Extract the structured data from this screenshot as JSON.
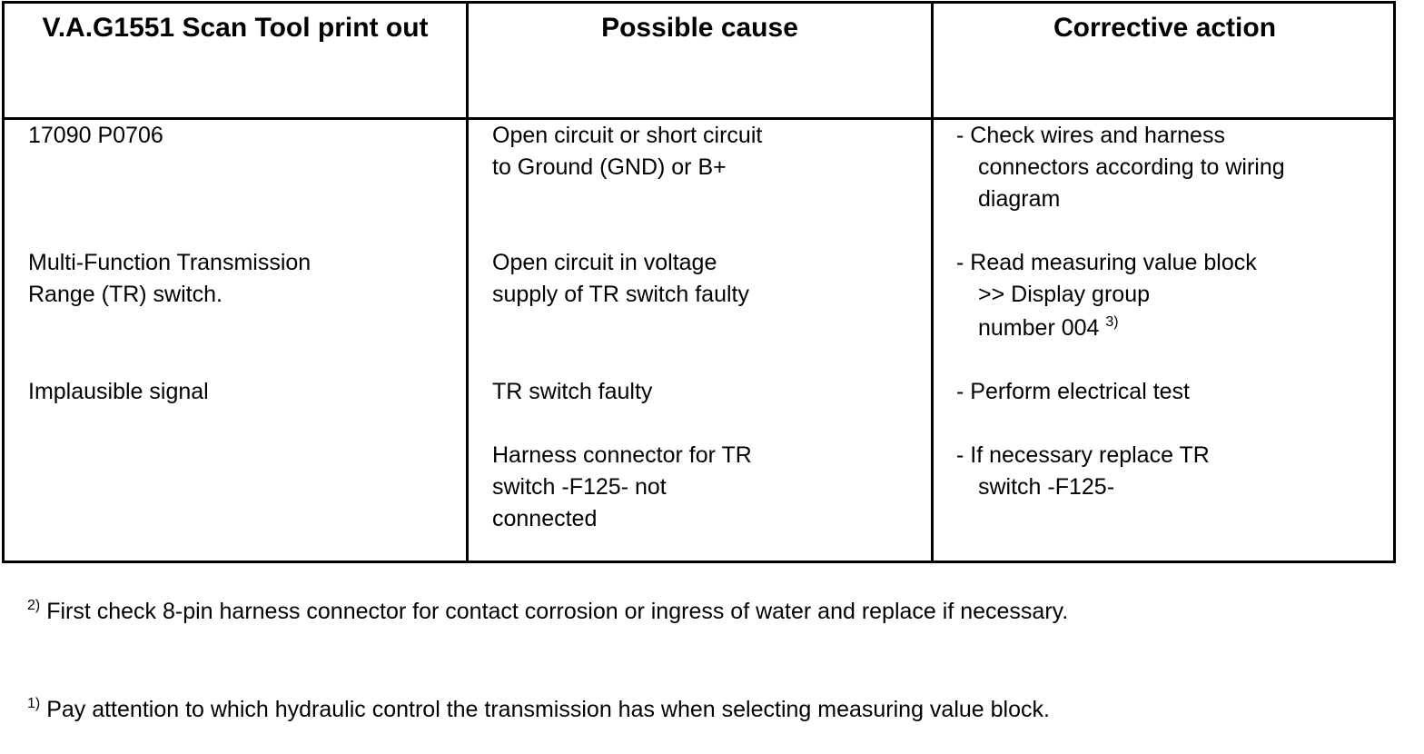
{
  "table": {
    "headers": [
      "V.A.G1551 Scan Tool print out",
      "Possible cause",
      "Corrective action"
    ],
    "col1": {
      "line1": "17090 P0706",
      "line2": "Multi-Function Transmission",
      "line3": "Range (TR) switch.",
      "line4": "Implausible signal"
    },
    "col2": {
      "r1a": "Open circuit or short circuit",
      "r1b": "to Ground (GND) or B+",
      "r2a": "Open circuit in voltage",
      "r2b": "supply of TR switch faulty",
      "r3": "TR switch faulty",
      "r4a": "Harness connector for TR",
      "r4b": "switch -F125- not",
      "r4c": "connected"
    },
    "col3": {
      "r1a": "- Check wires and harness",
      "r1b": "connectors according to wiring",
      "r1c": "diagram",
      "r2a": "- Read measuring value block",
      "r2b": ">> Display group",
      "r2c": "number 004",
      "r2c_sup": "3)",
      "r3": "- Perform electrical test",
      "r4a": "- If necessary replace TR",
      "r4b": "switch -F125-"
    }
  },
  "footnotes": [
    {
      "marker": "2)",
      "text": "First check 8-pin harness connector for contact corrosion or ingress of water and replace if necessary."
    },
    {
      "marker": "1)",
      "text": "Pay attention to which hydraulic control the transmission has when selecting measuring value block."
    }
  ]
}
